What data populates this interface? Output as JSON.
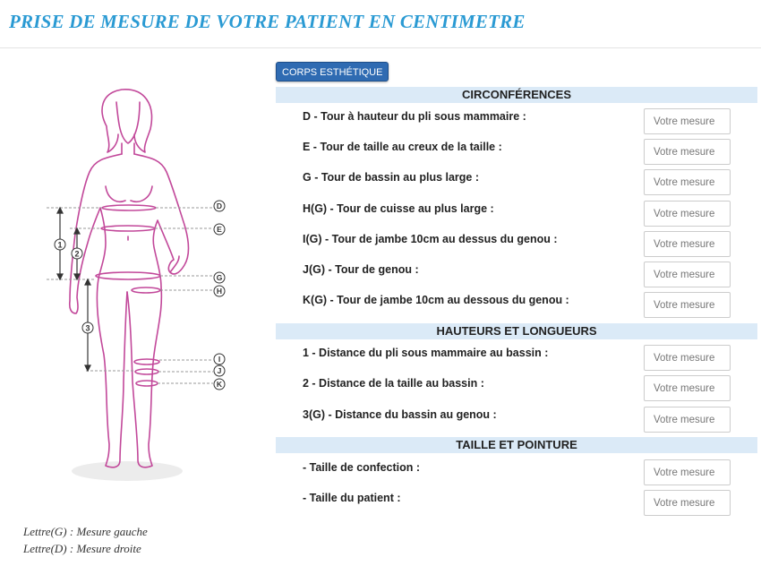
{
  "page": {
    "title": "PRISE DE MESURE DE VOTRE PATIENT EN CENTIMETRE"
  },
  "figure": {
    "markers_right": [
      "D",
      "E",
      "G",
      "H",
      "I",
      "J",
      "K"
    ],
    "markers_left": [
      "1",
      "2",
      "3"
    ]
  },
  "legend": [
    "Lettre(G) : Mesure gauche",
    "Lettre(D) : Mesure droite"
  ],
  "tag_button": "CORPS ESTHÉTIQUE",
  "input_placeholder": "Votre mesure",
  "sections": [
    {
      "title": "CIRCONFÉRENCES",
      "rows": [
        "D - Tour à hauteur du pli sous mammaire :",
        "E - Tour de taille au creux de la taille :",
        "G - Tour de bassin au plus large :",
        "H(G) - Tour de cuisse au plus large :",
        "I(G) - Tour de jambe 10cm au dessus du genou :",
        "J(G) - Tour de genou :",
        "K(G) - Tour de jambe 10cm au dessous du genou :"
      ]
    },
    {
      "title": "HAUTEURS ET LONGUEURS",
      "rows": [
        "1 - Distance du pli sous mammaire au bassin :",
        "2 - Distance de la taille au bassin :",
        "3(G) - Distance du bassin au genou :"
      ]
    },
    {
      "title": "TAILLE ET POINTURE",
      "rows": [
        "- Taille de confection :",
        "- Taille du patient :"
      ]
    }
  ]
}
